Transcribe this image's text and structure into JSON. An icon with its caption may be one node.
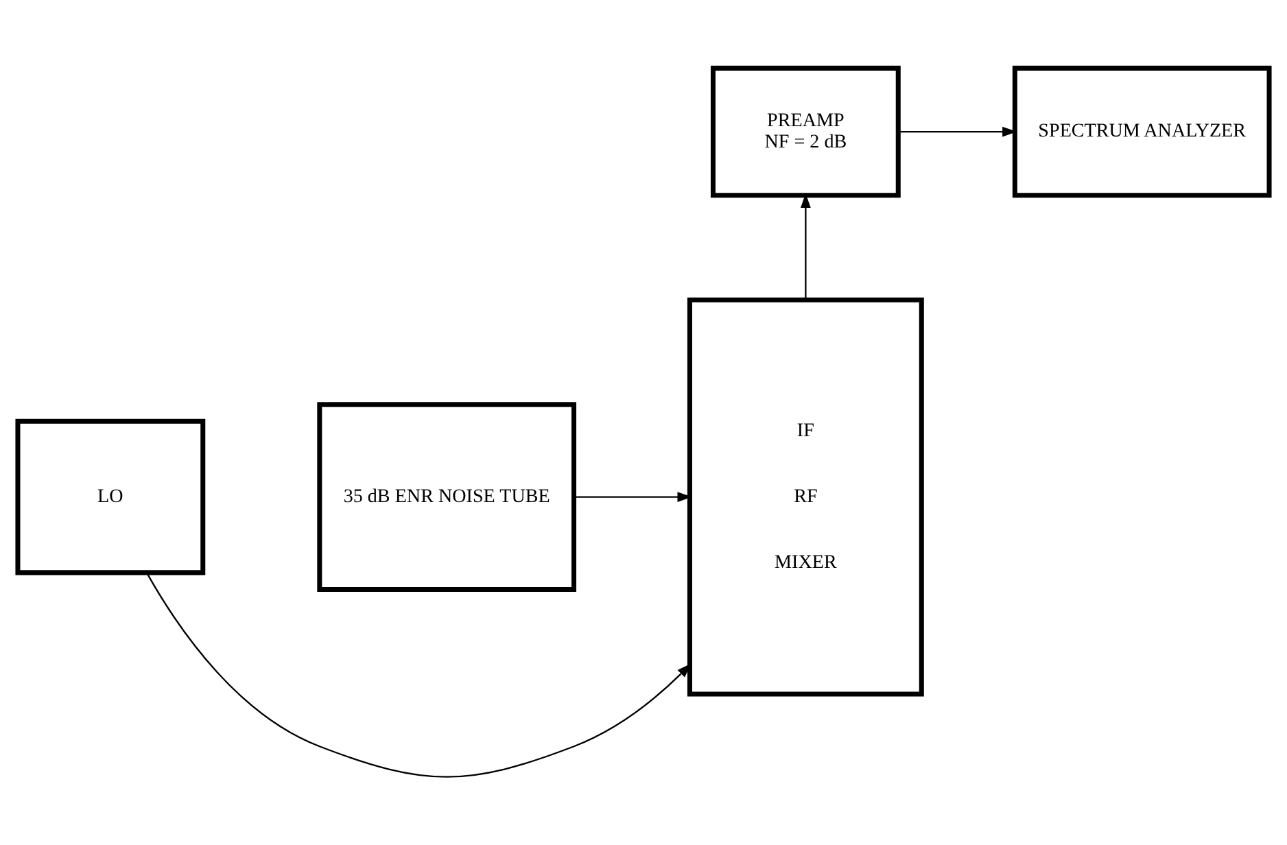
{
  "diagram": {
    "nodes": [
      {
        "text": [
          "SPECTRUM ANALYZER"
        ]
      },
      {
        "text": [
          "PREAMP",
          "NF = 2 dB"
        ]
      },
      {
        "text": [
          "IF",
          "RF",
          "MIXER"
        ]
      },
      {
        "text": [
          "LO"
        ]
      },
      {
        "text": [
          "35 dB ENR NOISE TUBE"
        ]
      }
    ],
    "edges": [
      {
        "from": 1,
        "to": 0,
        "arrow": "to"
      },
      {
        "from": 2,
        "to": 1,
        "arrow": "to"
      },
      {
        "from": 3,
        "to": 2,
        "arrow": "to"
      },
      {
        "from": 4,
        "to": 2,
        "arrow": "to"
      }
    ]
  }
}
